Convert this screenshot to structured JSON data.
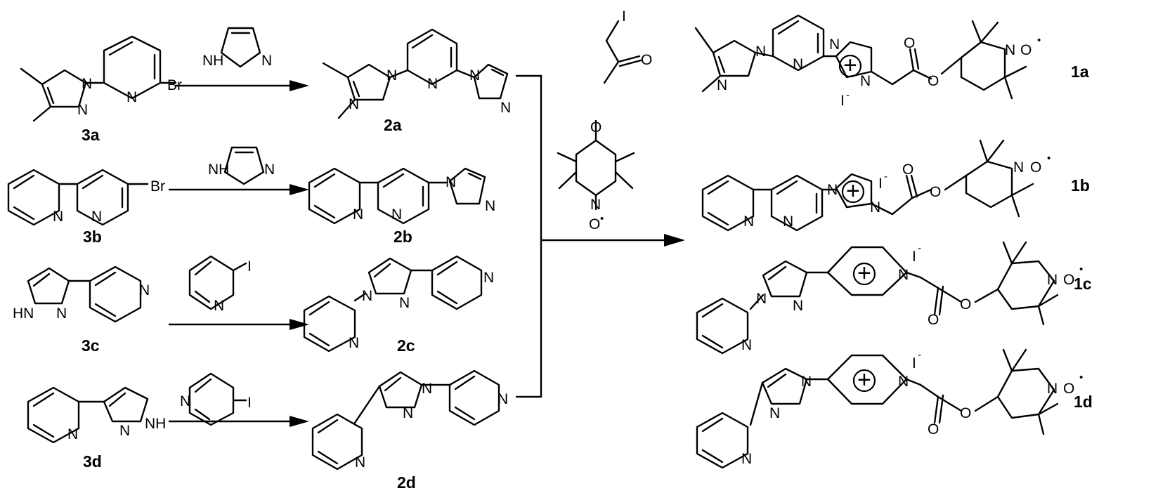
{
  "compounds": {
    "r3a": "3a",
    "r3b": "3b",
    "r3c": "3c",
    "r3d": "3d",
    "p2a": "2a",
    "p2b": "2b",
    "p2c": "2c",
    "p2d": "2d",
    "f1a": "1a",
    "f1b": "1b",
    "f1c": "1c",
    "f1d": "1d"
  },
  "atoms": {
    "N": "N",
    "NH": "NH",
    "HN": "HN",
    "Br": "Br",
    "I": "I",
    "O": "O",
    "Ominus": "O",
    "iodide": "I",
    "minus": "-",
    "plus": "+",
    "radical": "•"
  },
  "colors": {
    "ink": "#000000",
    "background": "#ffffff"
  }
}
